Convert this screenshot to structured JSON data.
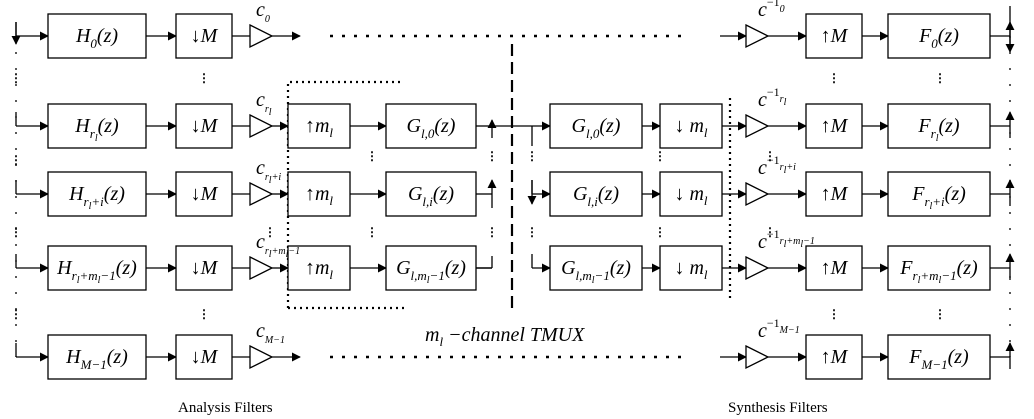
{
  "captions": {
    "analysis": "Analysis Filters",
    "synthesis": "Synthesis Filters",
    "tmux": "m_l −channel TMUX"
  },
  "rows": [
    {
      "analysis": {
        "base": "H",
        "sub": "0",
        "arg": "(z)"
      },
      "down": "↓M",
      "gain": {
        "base": "c",
        "sub": "0",
        "sup": ""
      },
      "synth_gain": {
        "base": "c",
        "sub": "0",
        "sup": "−1"
      },
      "up": "↑M",
      "synthesis": {
        "base": "F",
        "sub": "0",
        "arg": "(z)"
      }
    },
    {
      "analysis": {
        "base": "H",
        "sub": "r_l",
        "arg": "(z)"
      },
      "down": "↓M",
      "gain": {
        "base": "c",
        "sub": "r_l",
        "sup": ""
      },
      "tmux_up": "↑m_l",
      "tmux_g": {
        "base": "G",
        "sub": "l,0",
        "arg": "(z)"
      },
      "tmux_g2": {
        "base": "G",
        "sub": "l,0",
        "arg": "(z)"
      },
      "tmux_down": "↓ m_l",
      "synth_gain": {
        "base": "c",
        "sub": "r_l",
        "sup": "−1"
      },
      "up": "↑M",
      "synthesis": {
        "base": "F",
        "sub": "r_l",
        "arg": "(z)"
      }
    },
    {
      "analysis": {
        "base": "H",
        "sub": "r_l+i",
        "arg": "(z)"
      },
      "down": "↓M",
      "gain": {
        "base": "c",
        "sub": "r_l+i",
        "sup": ""
      },
      "tmux_up": "↑m_l",
      "tmux_g": {
        "base": "G",
        "sub": "l,i",
        "arg": "(z)"
      },
      "tmux_g2": {
        "base": "G",
        "sub": "l,i",
        "arg": "(z)"
      },
      "tmux_down": "↓ m_l",
      "synth_gain": {
        "base": "c",
        "sub": "r_l+i",
        "sup": "−1"
      },
      "up": "↑M",
      "synthesis": {
        "base": "F",
        "sub": "r_l+i",
        "arg": "(z)"
      }
    },
    {
      "analysis": {
        "base": "H",
        "sub": "r_l+m_l−1",
        "arg": "(z)"
      },
      "down": "↓M",
      "gain": {
        "base": "c",
        "sub": "r_l+m_l−1",
        "sup": ""
      },
      "tmux_up": "↑m_l",
      "tmux_g": {
        "base": "G",
        "sub": "l,m_l−1",
        "arg": "(z)"
      },
      "tmux_g2": {
        "base": "G",
        "sub": "l,m_l−1",
        "arg": "(z)"
      },
      "tmux_down": "↓ m_l",
      "synth_gain": {
        "base": "c",
        "sub": "r_l+m_l−1",
        "sup": "−1"
      },
      "up": "↑M",
      "synthesis": {
        "base": "F",
        "sub": "r_l+m_l−1",
        "arg": "(z)"
      }
    },
    {
      "analysis": {
        "base": "H",
        "sub": "M−1",
        "arg": "(z)"
      },
      "down": "↓M",
      "gain": {
        "base": "c",
        "sub": "M−1",
        "sup": ""
      },
      "synth_gain": {
        "base": "c",
        "sub": "M−1",
        "sup": "−1"
      },
      "up": "↑M",
      "synthesis": {
        "base": "F",
        "sub": "M−1",
        "arg": "(z)"
      }
    }
  ]
}
